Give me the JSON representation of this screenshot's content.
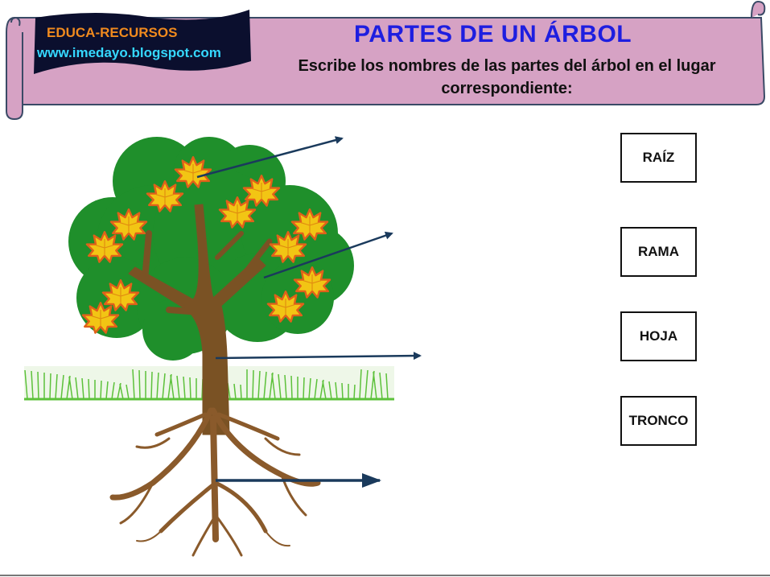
{
  "banner": {
    "brand_name": "EDUCA-RECURSOS",
    "brand_url": "www.imedayo.blogspot.com",
    "title": "PARTES DE UN ÁRBOL",
    "instructions": "Escribe los nombres de las partes del árbol en el lugar correspondiente:"
  },
  "word_cards": [
    {
      "label": "RAÍZ"
    },
    {
      "label": "RAMA"
    },
    {
      "label": "HOJA"
    },
    {
      "label": "TRONCO"
    }
  ],
  "colors": {
    "banner_fill": "#d6a2c4",
    "banner_border": "#3a4a66",
    "ribbon": "#0b0f2e",
    "title": "#1e1ee0",
    "brand_name": "#f08a1e",
    "brand_url": "#35d8ff",
    "foliage": "#1f8f2b",
    "trunk": "#7a5224",
    "roots": "#8a5a2b",
    "grass": "#5cc13a",
    "arrows": "#1a3a5c",
    "leaf_yellow": "#f2c514",
    "leaf_orange": "#e0601a"
  },
  "icons": {
    "arrows": "pointer-arrow-icon",
    "leaves": "maple-leaf-icon"
  }
}
